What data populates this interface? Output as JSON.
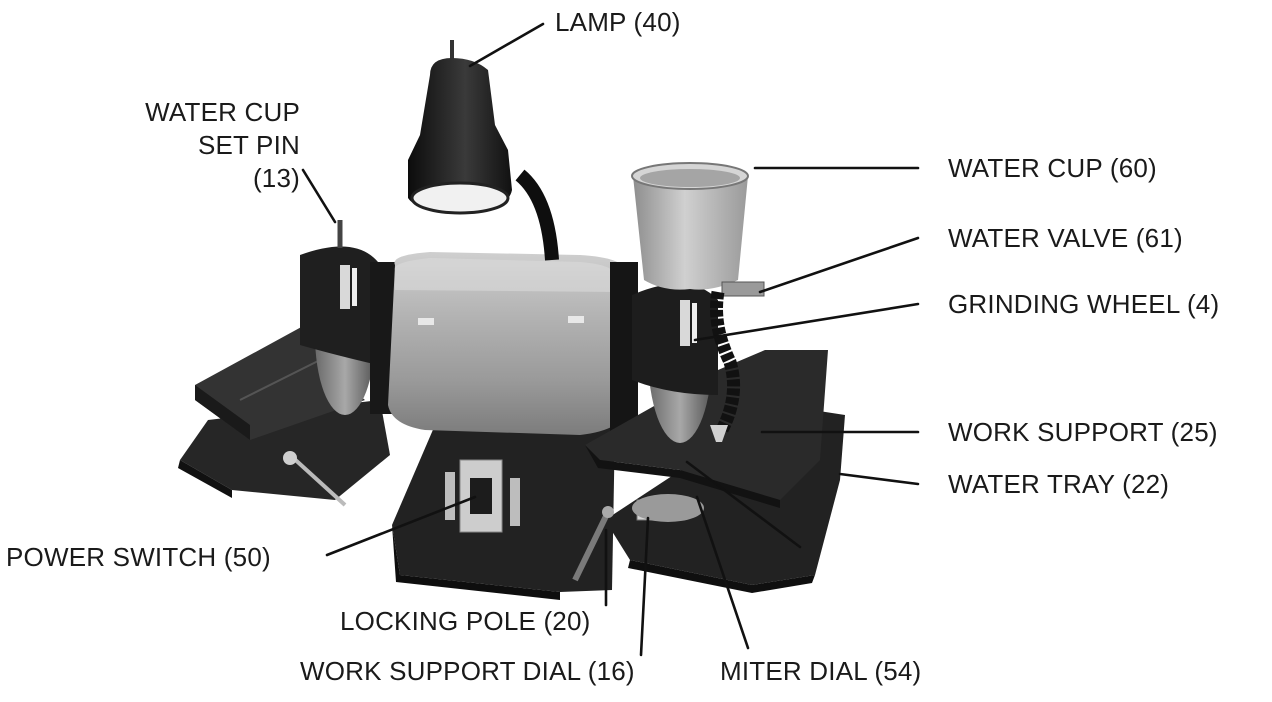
{
  "labels": {
    "lamp": "LAMP (40)",
    "water_cup_set_pin_1": "WATER CUP",
    "water_cup_set_pin_2": "SET PIN",
    "water_cup_set_pin_3": "(13)",
    "water_cup": "WATER CUP (60)",
    "water_valve": "WATER VALVE (61)",
    "grinding_wheel": "GRINDING WHEEL (4)",
    "work_support": "WORK SUPPORT (25)",
    "water_tray": "WATER TRAY (22)",
    "power_switch": "POWER SWITCH (50)",
    "locking_pole": "LOCKING POLE (20)",
    "work_support_dial": "WORK SUPPORT DIAL (16)",
    "miter_dial": "MITER DIAL (54)"
  },
  "colors": {
    "machine_dark": "#1e1e1e",
    "motor_silver": "#a9a9a9",
    "cup_aluminum": "#b7b7b7",
    "lamp_glow": "#f1f1f1"
  }
}
